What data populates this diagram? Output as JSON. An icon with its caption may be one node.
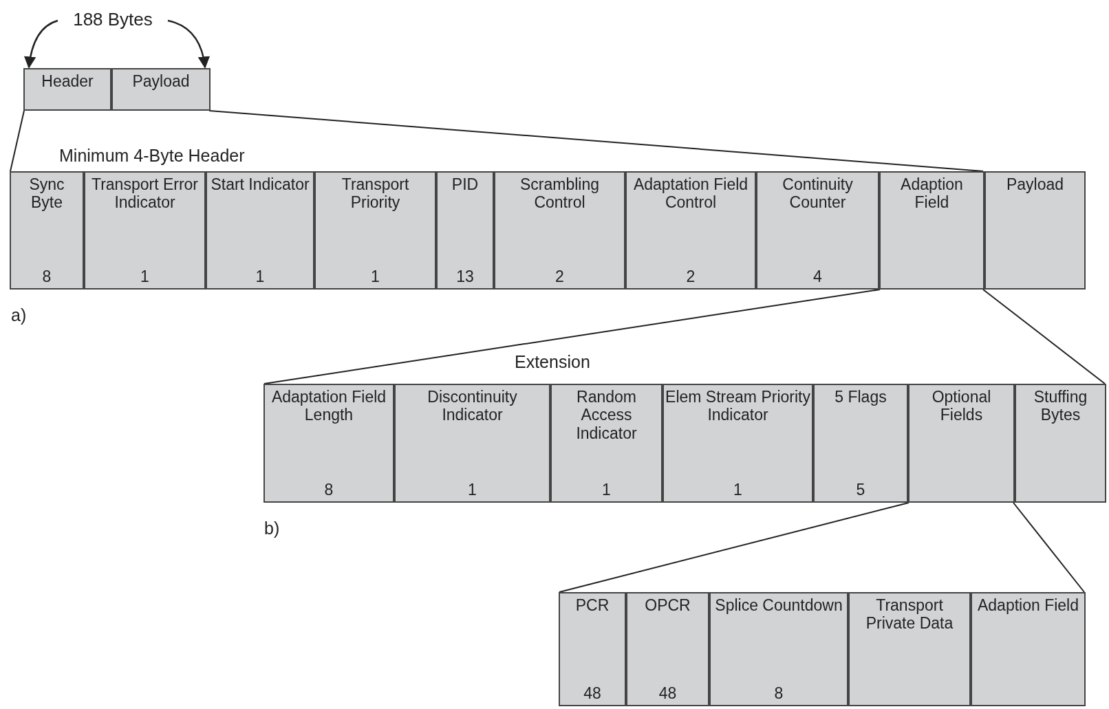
{
  "diagram": {
    "nodes": [
      {
        "text": [
          "188 Bytes"
        ]
      },
      {
        "text": [
          "Header"
        ]
      },
      {
        "text": [
          "Payload"
        ]
      },
      {
        "text": [
          "Sync Byte",
          "8"
        ]
      },
      {
        "text": [
          "Transport Error Indicator",
          "1"
        ]
      },
      {
        "text": [
          "Start Indicator",
          "1"
        ]
      },
      {
        "text": [
          "Transport Priority",
          "1"
        ]
      },
      {
        "text": [
          "PID",
          "13"
        ]
      },
      {
        "text": [
          "Scrambling Control",
          "2"
        ]
      },
      {
        "text": [
          "Adaptation Field Control",
          "2"
        ]
      },
      {
        "text": [
          "Continuity Counter",
          "4"
        ]
      },
      {
        "text": [
          "Adaption Field"
        ]
      },
      {
        "text": [
          "Payload"
        ]
      },
      {
        "text": [
          "Adaptation Field Length",
          "8"
        ]
      },
      {
        "text": [
          "Discontinuity Indicator",
          "1"
        ]
      },
      {
        "text": [
          "Random Access Indicator",
          "1"
        ]
      },
      {
        "text": [
          "Elem Stream Priority Indicator",
          "1"
        ]
      },
      {
        "text": [
          "5 Flags",
          "5"
        ]
      },
      {
        "text": [
          "Optional Fields"
        ]
      },
      {
        "text": [
          "Stuffing Bytes"
        ]
      },
      {
        "text": [
          "PCR",
          "48"
        ]
      },
      {
        "text": [
          "OPCR",
          "48"
        ]
      },
      {
        "text": [
          "Splice Countdown",
          "8"
        ]
      },
      {
        "text": [
          "Transport Private Data"
        ]
      },
      {
        "text": [
          "Adaption Field"
        ]
      }
    ],
    "edges": [
      {
        "from": 0,
        "to": 1,
        "arrow": "to"
      },
      {
        "from": 0,
        "to": 2,
        "arrow": "to"
      },
      {
        "from": 1,
        "to": 3,
        "arrow": "none"
      },
      {
        "from": 2,
        "to": 11,
        "arrow": "none"
      },
      {
        "from": 11,
        "to": 13,
        "arrow": "none"
      },
      {
        "from": 11,
        "to": 19,
        "arrow": "none"
      },
      {
        "from": 18,
        "to": 20,
        "arrow": "none"
      },
      {
        "from": 18,
        "to": 24,
        "arrow": "none"
      }
    ],
    "labels": [
      "Minimum 4-Byte Header",
      "a)",
      "Extension",
      "b)"
    ]
  }
}
